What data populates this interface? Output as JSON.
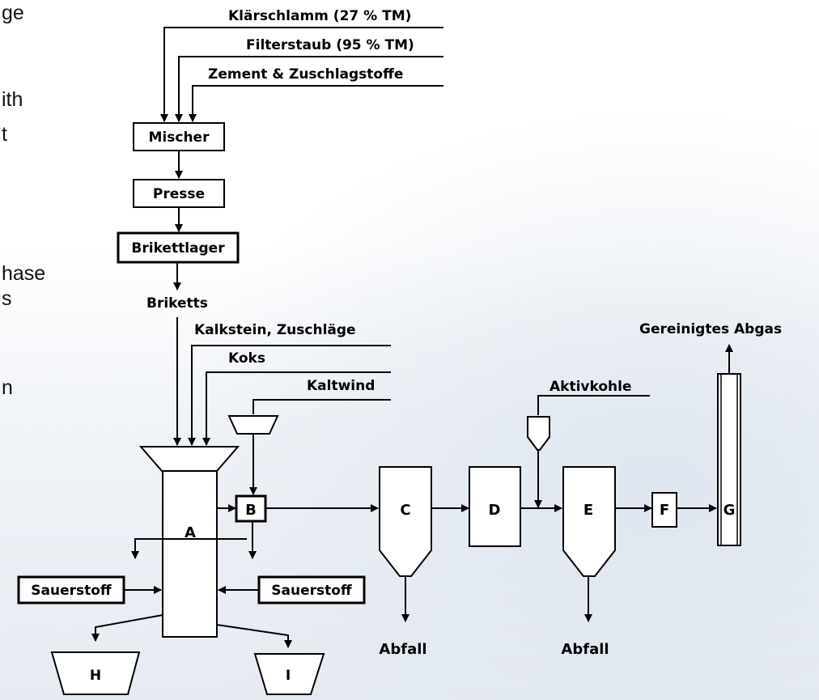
{
  "side_text": [
    "ge",
    "ith",
    "t",
    "hase",
    "s",
    "n"
  ],
  "inputs": {
    "klaerschlamm": "Klärschlamm (27 % TM)",
    "filterstaub": "Filterstaub (95 % TM)",
    "zement": "Zement & Zuschlagstoffe",
    "briketts": "Briketts",
    "kalkstein": "Kalkstein, Zuschläge",
    "koks": "Koks",
    "kaltwind": "Kaltwind",
    "aktivkohle": "Aktivkohle",
    "gereinigtes_abgas": "Gereinigtes Abgas"
  },
  "boxes": {
    "mischer": "Mischer",
    "presse": "Presse",
    "brikettlager": "Brikettlager",
    "sauerstoff_left": "Sauerstoff",
    "sauerstoff_right": "Sauerstoff"
  },
  "units": {
    "a": "A",
    "b": "B",
    "c": "C",
    "d": "D",
    "e": "E",
    "f": "F",
    "g": "G",
    "h": "H",
    "i": "I"
  },
  "outputs": {
    "abfall_c": "Abfall",
    "abfall_e": "Abfall"
  }
}
